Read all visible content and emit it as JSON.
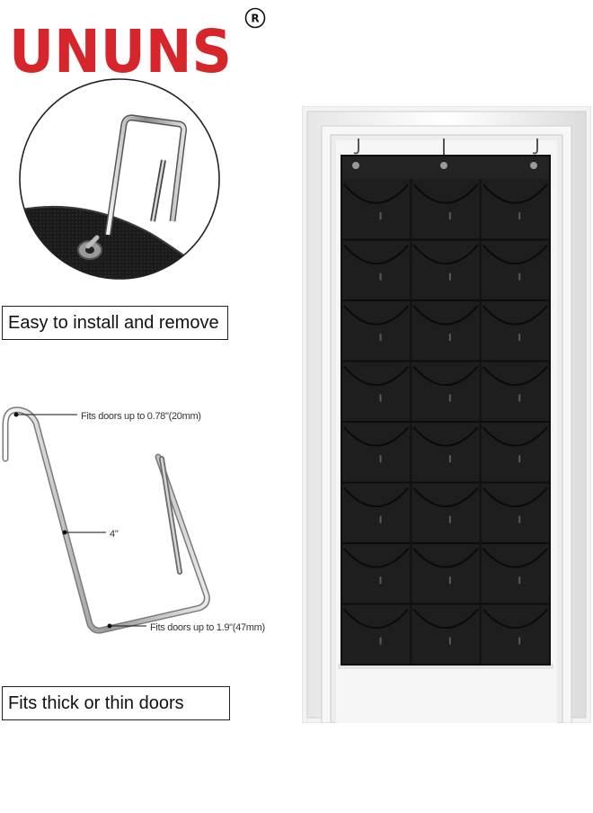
{
  "brand": {
    "name": "UNUNS",
    "registered_mark": "®",
    "color": "#d7262b"
  },
  "detail_circle": {
    "subject": "over-door hook clipped to organizer grommet"
  },
  "captions": {
    "install": "Easy to install and remove",
    "thickness": "Fits thick or thin doors"
  },
  "hook_annotations": {
    "top": "Fits doors up to 0.78\"(20mm)",
    "length": "4\"",
    "bottom": "Fits doors up to 1.9\"(47mm)"
  },
  "product": {
    "name": "over-the-door hanging organizer",
    "color": "#1e1e1e",
    "rows": 8,
    "columns": 3,
    "hooks": 3
  }
}
